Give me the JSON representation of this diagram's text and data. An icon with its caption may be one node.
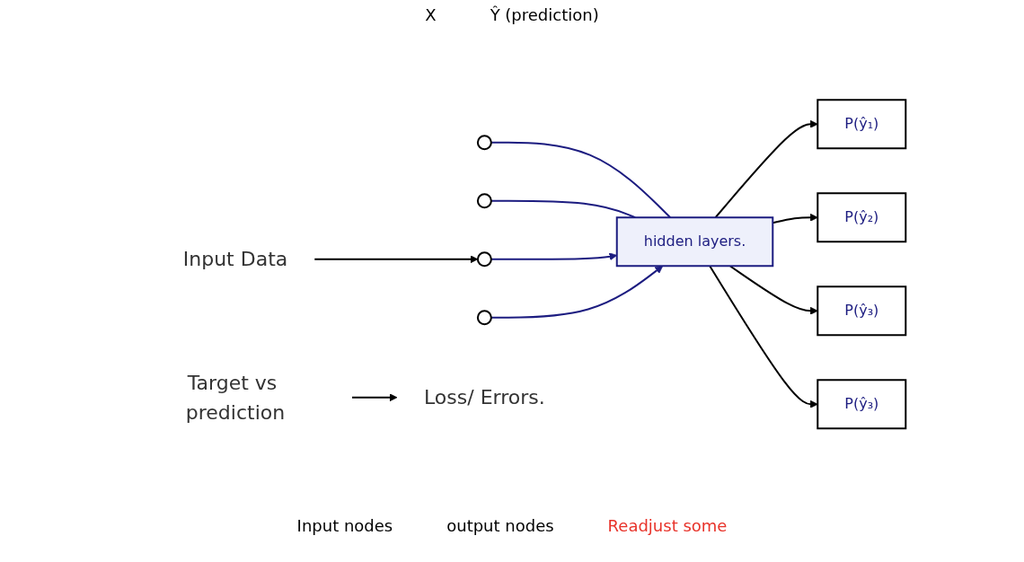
{
  "diagram": {
    "nodes": [
      {
        "text": [
          "Input Data"
        ]
      },
      {
        "text": [],
        "shape": "circle"
      },
      {
        "text": [],
        "shape": "circle"
      },
      {
        "text": [],
        "shape": "circle"
      },
      {
        "text": [],
        "shape": "circle"
      },
      {
        "text": [
          "hidden layers."
        ]
      },
      {
        "text": [
          "P(ŷ₁)"
        ]
      },
      {
        "text": [
          "P(ŷ₂)"
        ]
      },
      {
        "text": [
          "P(ŷ₃)"
        ]
      },
      {
        "text": [
          "P(ŷ₃)"
        ]
      },
      {
        "text": [
          "Target vs prediction"
        ]
      },
      {
        "text": [
          "Loss/ Errors."
        ]
      }
    ],
    "edges": [
      {
        "from": 0,
        "to": 3,
        "arrow": "to"
      },
      {
        "from": 1,
        "to": 5,
        "arrow": "none",
        "color": "#1c1c80"
      },
      {
        "from": 2,
        "to": 5,
        "arrow": "none",
        "color": "#1c1c80"
      },
      {
        "from": 3,
        "to": 5,
        "arrow": "to",
        "color": "#1c1c80"
      },
      {
        "from": 4,
        "to": 5,
        "arrow": "to",
        "color": "#1c1c80"
      },
      {
        "from": 5,
        "to": 6,
        "arrow": "to"
      },
      {
        "from": 5,
        "to": 7,
        "arrow": "to"
      },
      {
        "from": 5,
        "to": 8,
        "arrow": "to"
      },
      {
        "from": 5,
        "to": 9,
        "arrow": "to"
      },
      {
        "from": 10,
        "to": 11,
        "arrow": "to"
      }
    ],
    "labels": [
      "X",
      "Ŷ (prediction)",
      "Input nodes",
      "output nodes",
      "Readjust some"
    ]
  }
}
